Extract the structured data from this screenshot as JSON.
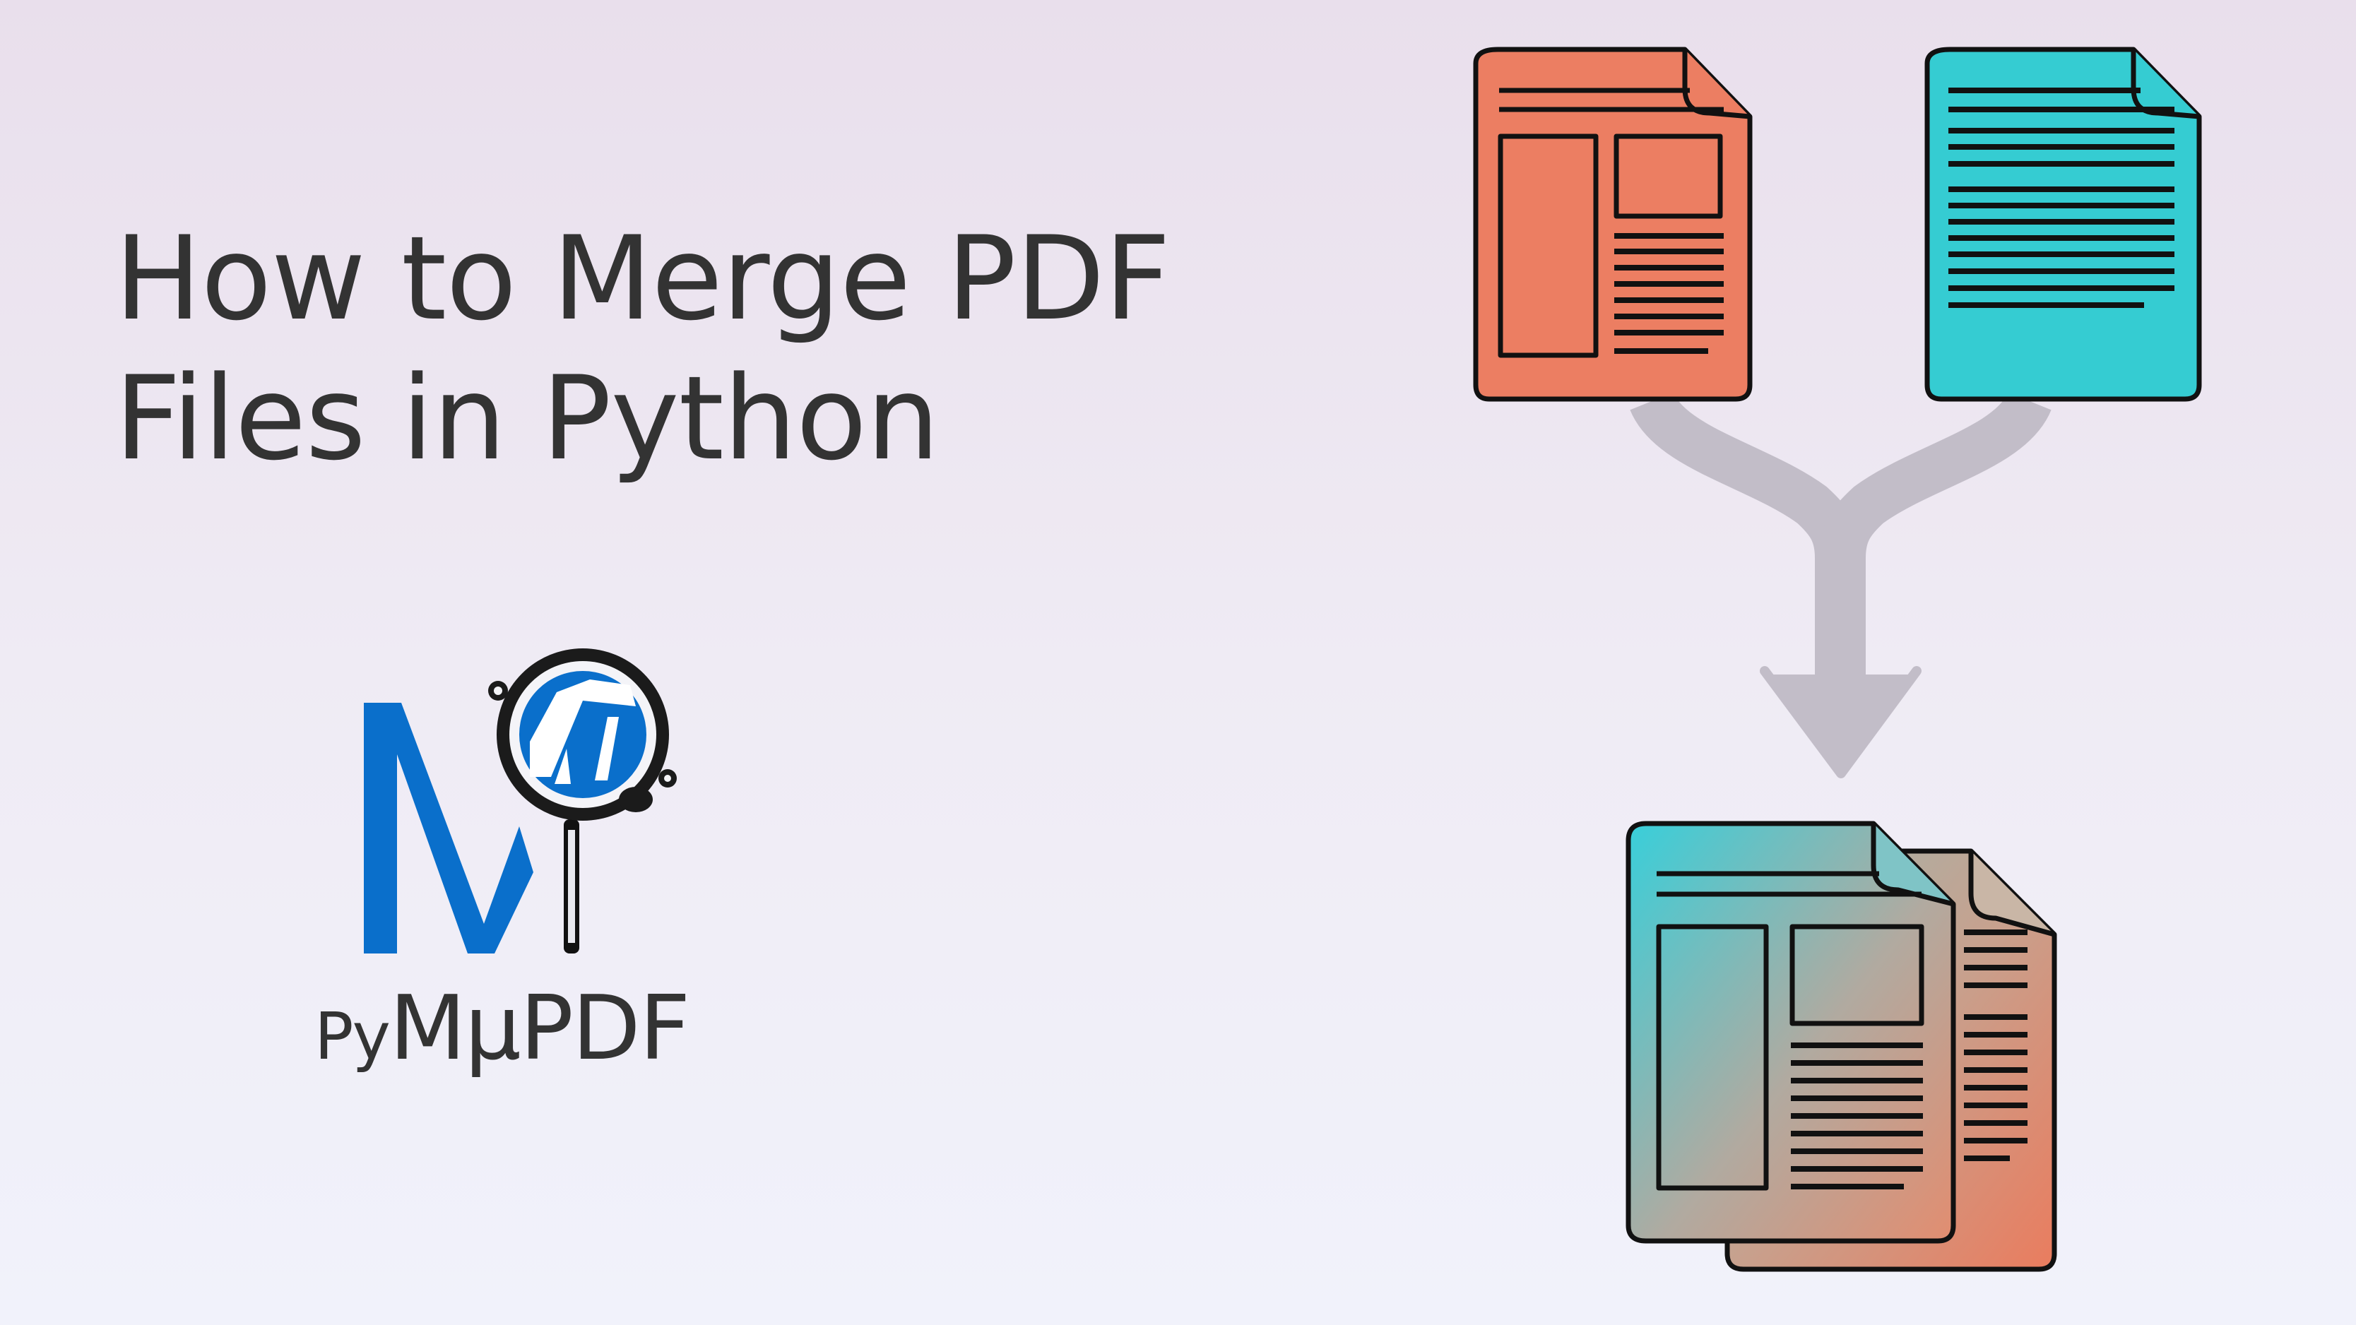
{
  "title": {
    "line1": "How to Merge PDF",
    "line2": "Files in Python"
  },
  "logo": {
    "caption_prefix": "Py",
    "caption_mu": "Mµ",
    "caption_suffix": "PDF",
    "icon": "magnifier-logo-icon"
  },
  "illustration": {
    "icons": [
      "orange-document-icon",
      "teal-document-icon",
      "merge-arrow-icon",
      "merged-documents-icon"
    ]
  },
  "colors": {
    "orange_doc": "#ec7e62",
    "teal_doc": "#35ccd2",
    "arrow": "#c2bdc8",
    "outline": "#111111",
    "logo_blue": "#0a6fcb",
    "text": "#333333"
  }
}
